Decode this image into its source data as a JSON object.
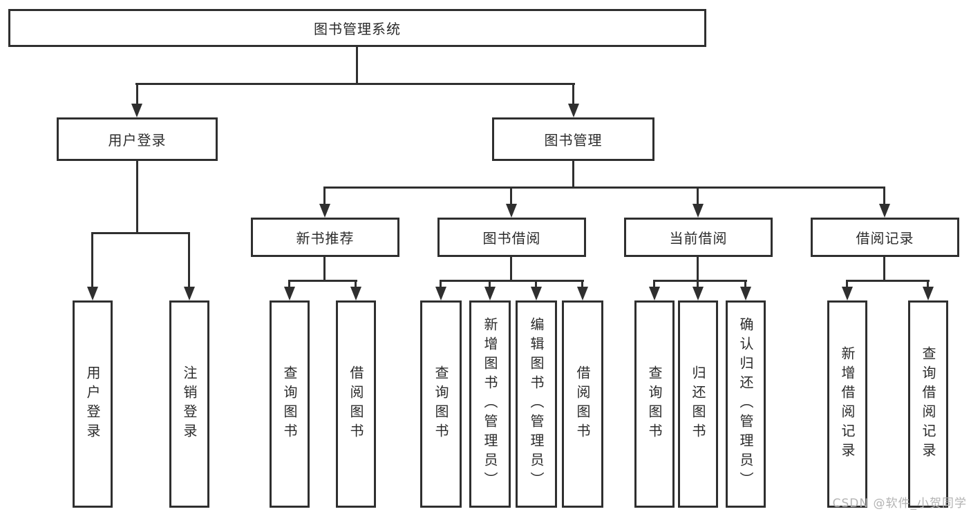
{
  "diagram": {
    "title": "图书管理系统",
    "branches": [
      {
        "label": "用户登录",
        "children": [
          "用户登录",
          "注销登录"
        ]
      },
      {
        "label": "图书管理",
        "sections": [
          {
            "label": "新书推荐",
            "children": [
              "查询图书",
              "借阅图书"
            ]
          },
          {
            "label": "图书借阅",
            "children": [
              "查询图书",
              "新增图书（管理员）",
              "编辑图书（管理员）",
              "借阅图书"
            ]
          },
          {
            "label": "当前借阅",
            "children": [
              "查询图书",
              "归还图书",
              "确认归还（管理员）"
            ]
          },
          {
            "label": "借阅记录",
            "children": [
              "新增借阅记录",
              "查询借阅记录"
            ]
          }
        ]
      }
    ]
  },
  "watermark": "CSDN @软件_小贺同学",
  "colors": {
    "line": "#2f2f2f",
    "text": "#2b2b2b",
    "watermark": "#b3b3b3",
    "background": "#ffffff"
  }
}
